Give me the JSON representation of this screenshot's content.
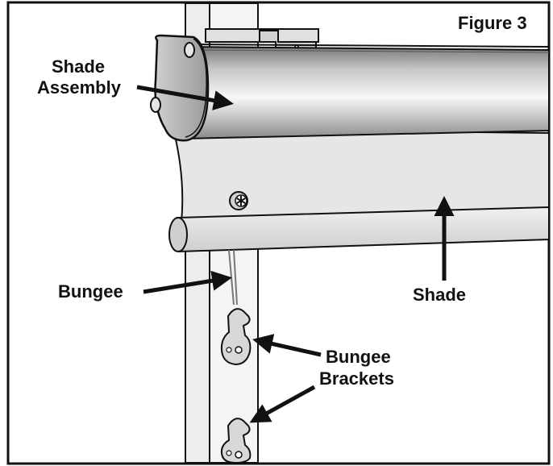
{
  "figure": {
    "title": "Figure 3",
    "labels": {
      "shade_assembly_line1": "Shade",
      "shade_assembly_line2": "Assembly",
      "shade": "Shade",
      "bungee": "Bungee",
      "bungee_brackets_line1": "Bungee",
      "bungee_brackets_line2": "Brackets"
    }
  },
  "colors": {
    "outline": "#111111",
    "roller_light": "#f2f2f2",
    "roller_dark": "#8c8c8c",
    "shade_fabric": "#e6e6e6",
    "jamb": "#ececec",
    "background": "#ffffff"
  }
}
